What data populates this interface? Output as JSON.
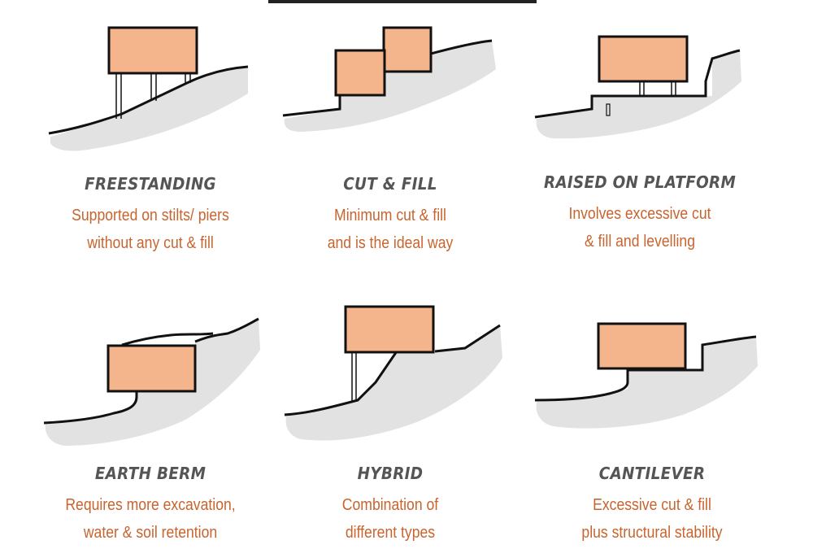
{
  "colors": {
    "house_fill": "#f4b48c",
    "outline": "#111111",
    "ground_shadow": "#e2e2e2",
    "title_text": "#555555",
    "desc_text": "#c8642e"
  },
  "panels": [
    {
      "id": "freestanding",
      "title": "FREESTANDING",
      "desc": [
        "Supported on stilts/ piers",
        "without any cut & fill"
      ]
    },
    {
      "id": "cut-fill",
      "title": "CUT & FILL",
      "desc": [
        "Minimum cut & fill",
        "and is the ideal way"
      ]
    },
    {
      "id": "raised-platform",
      "title": "RAISED ON PLATFORM",
      "desc": [
        "Involves excessive cut",
        "& fill and levelling"
      ]
    },
    {
      "id": "earth-berm",
      "title": "EARTH BERM",
      "desc": [
        "Requires more excavation,",
        "water & soil retention"
      ]
    },
    {
      "id": "hybrid",
      "title": "HYBRID",
      "desc": [
        "Combination of",
        "different types"
      ]
    },
    {
      "id": "cantilever",
      "title": "CANTILEVER",
      "desc": [
        "Excessive cut & fill",
        "plus structural stability"
      ]
    }
  ]
}
